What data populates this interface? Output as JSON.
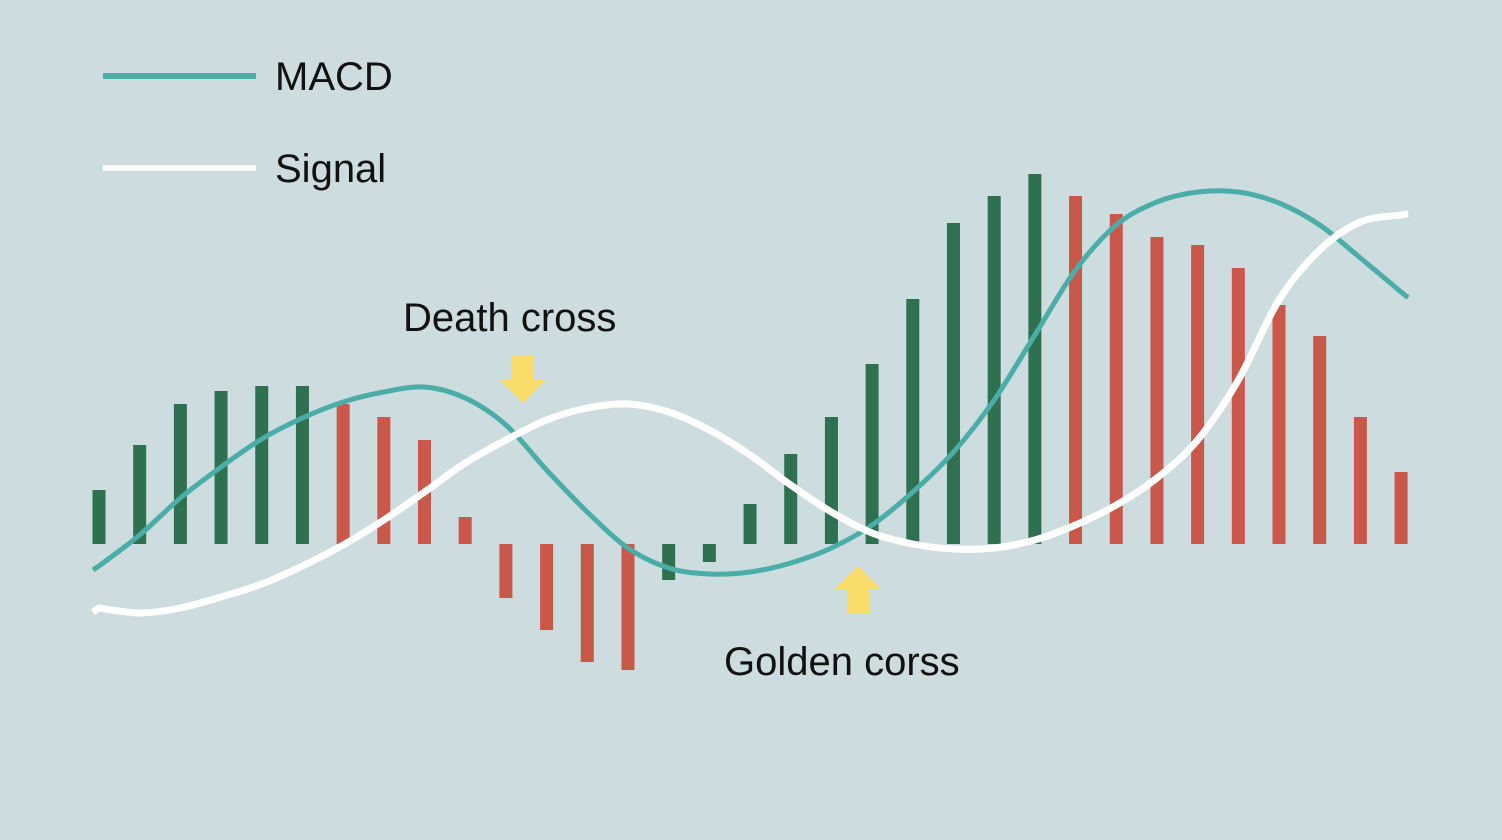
{
  "chart_data": {
    "type": "bar",
    "title": "",
    "xlabel": "",
    "ylabel": "",
    "ylim": [
      -150,
      400
    ],
    "grid": false,
    "legend_placement": "top-left",
    "legend": [
      {
        "label": "MACD",
        "color": "#4aada8"
      },
      {
        "label": "Signal",
        "color": "#ffffff"
      }
    ],
    "histogram": {
      "values": [
        54,
        99,
        140,
        153,
        158,
        158,
        140,
        127,
        104,
        27,
        -54,
        -86,
        -118,
        -126,
        -36,
        -18,
        40,
        90,
        127,
        180,
        245,
        321,
        348,
        370,
        348,
        330,
        307,
        299,
        276,
        239,
        208,
        127,
        72
      ],
      "colors": [
        "g",
        "g",
        "g",
        "g",
        "g",
        "g",
        "r",
        "r",
        "r",
        "r",
        "r",
        "r",
        "r",
        "r",
        "g",
        "g",
        "g",
        "g",
        "g",
        "g",
        "g",
        "g",
        "g",
        "g",
        "r",
        "r",
        "r",
        "r",
        "r",
        "r",
        "r",
        "r",
        "r"
      ]
    },
    "series": [
      {
        "name": "MACD",
        "values": [
          -22,
          9,
          46,
          77,
          105,
          126,
          142,
          152,
          157,
          146,
          119,
          74,
          32,
          -4,
          -24,
          -30,
          -28,
          -19,
          -4,
          19,
          52,
          92,
          144,
          209,
          274,
          319,
          342,
          352,
          352,
          341,
          319,
          286,
          252
        ]
      },
      {
        "name": "Signal",
        "values": [
          -64,
          -69,
          -64,
          -53,
          -40,
          -22,
          -1,
          24,
          52,
          81,
          104,
          124,
          136,
          140,
          132,
          114,
          89,
          59,
          32,
          11,
          0,
          -5,
          -4,
          4,
          19,
          39,
          66,
          104,
          164,
          244,
          294,
          322,
          329
        ]
      }
    ],
    "annotations": [
      {
        "text": "Death cross",
        "at_index": 10.5,
        "arrow": "down"
      },
      {
        "text": "Golden corss",
        "at_index": 18.6,
        "arrow": "up"
      }
    ],
    "colors": {
      "green": "#2e7050",
      "red": "#c9574a",
      "macd": "#4aada8",
      "signal": "#ffffff",
      "arrow": "#f9dc6a",
      "background": "#cddcdf"
    }
  }
}
